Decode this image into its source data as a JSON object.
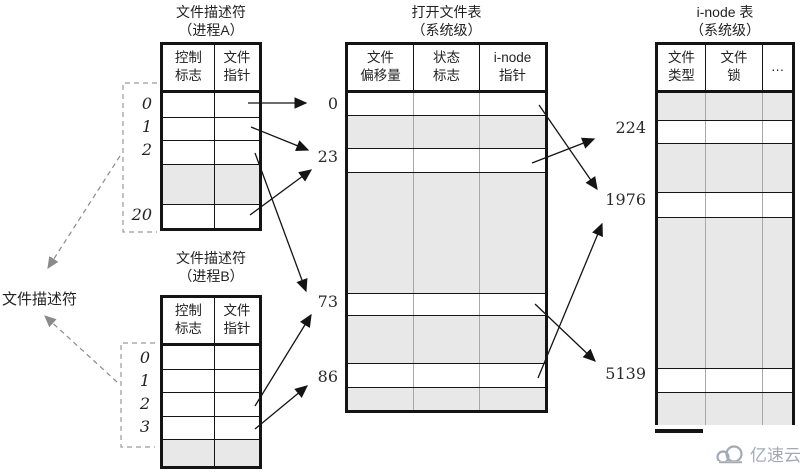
{
  "titles": {
    "proc_a": [
      "文件描述符",
      "（进程A）"
    ],
    "proc_b": [
      "文件描述符",
      "（进程B）"
    ],
    "open_file": [
      "打开文件表",
      "（系统级）"
    ],
    "inode": [
      "i-node 表",
      "（系统级）"
    ]
  },
  "headers": {
    "proc_a": [
      [
        "控制",
        "标志"
      ],
      [
        "文件",
        "指针"
      ]
    ],
    "proc_b": [
      [
        "控制",
        "标志"
      ],
      [
        "文件",
        "指针"
      ]
    ],
    "open_file": [
      [
        "文件",
        "偏移量"
      ],
      [
        "状态",
        "标志"
      ],
      [
        "i-node",
        "指针"
      ]
    ],
    "inode": [
      [
        "文件",
        "类型"
      ],
      [
        "文件",
        "锁"
      ],
      [
        "…",
        ""
      ]
    ]
  },
  "row_labels": {
    "proc_a": [
      "0",
      "1",
      "2",
      "20"
    ],
    "proc_b": [
      "0",
      "1",
      "2",
      "3"
    ],
    "open_file": [
      "0",
      "23",
      "73",
      "86"
    ],
    "inode": [
      "224",
      "1976",
      "5139"
    ]
  },
  "annotations": {
    "fd_label": "文件描述符"
  },
  "watermark": {
    "text": "亿速云"
  },
  "colors": {
    "row_fill_gray": "#e8e8e8",
    "table_border": "#141414",
    "divider_gray": "#a8a8a8",
    "dashed_line": "#8a8a8a",
    "watermark": "#a3aab4"
  }
}
